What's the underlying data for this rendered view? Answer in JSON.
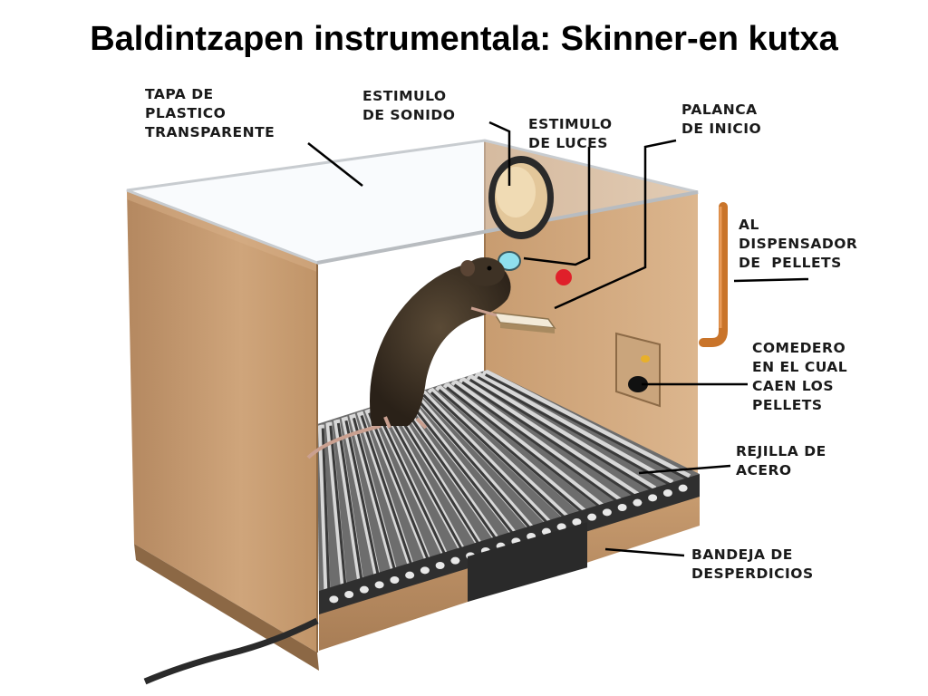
{
  "title": "Baldintzapen instrumentala: Skinner-en kutxa",
  "labels": {
    "tapa": [
      "TAPA DE",
      "PLASTICO",
      "TRANSPARENTE"
    ],
    "sonido": [
      "ESTIMULO",
      "DE SONIDO"
    ],
    "luces": [
      "ESTIMULO",
      "DE LUCES"
    ],
    "palanca": [
      "PALANCA",
      "DE INICIO"
    ],
    "dispensador": [
      "AL",
      "DISPENSADOR",
      "DE  PELLETS"
    ],
    "comedero": [
      "COMEDERO",
      "EN EL CUAL",
      "CAEN LOS",
      "PELLETS"
    ],
    "rejilla": [
      "REJILLA DE",
      "ACERO"
    ],
    "bandeja": [
      "BANDEJA DE",
      "DESPERDICIOS"
    ]
  },
  "colors": {
    "box_wall": "#c8a078",
    "box_wall_dark": "#a77c55",
    "box_back": "#d7b18a",
    "bar": "#8a8a8a",
    "rat": "#3b2f22",
    "tube": "#c9742a",
    "light_red": "#e0202a",
    "light_blue": "#7fd8e8"
  },
  "icons": [
    "rat-figure",
    "speaker-icon",
    "light-icon",
    "lever-icon",
    "feeder-icon",
    "tube-icon",
    "cable-icon"
  ]
}
